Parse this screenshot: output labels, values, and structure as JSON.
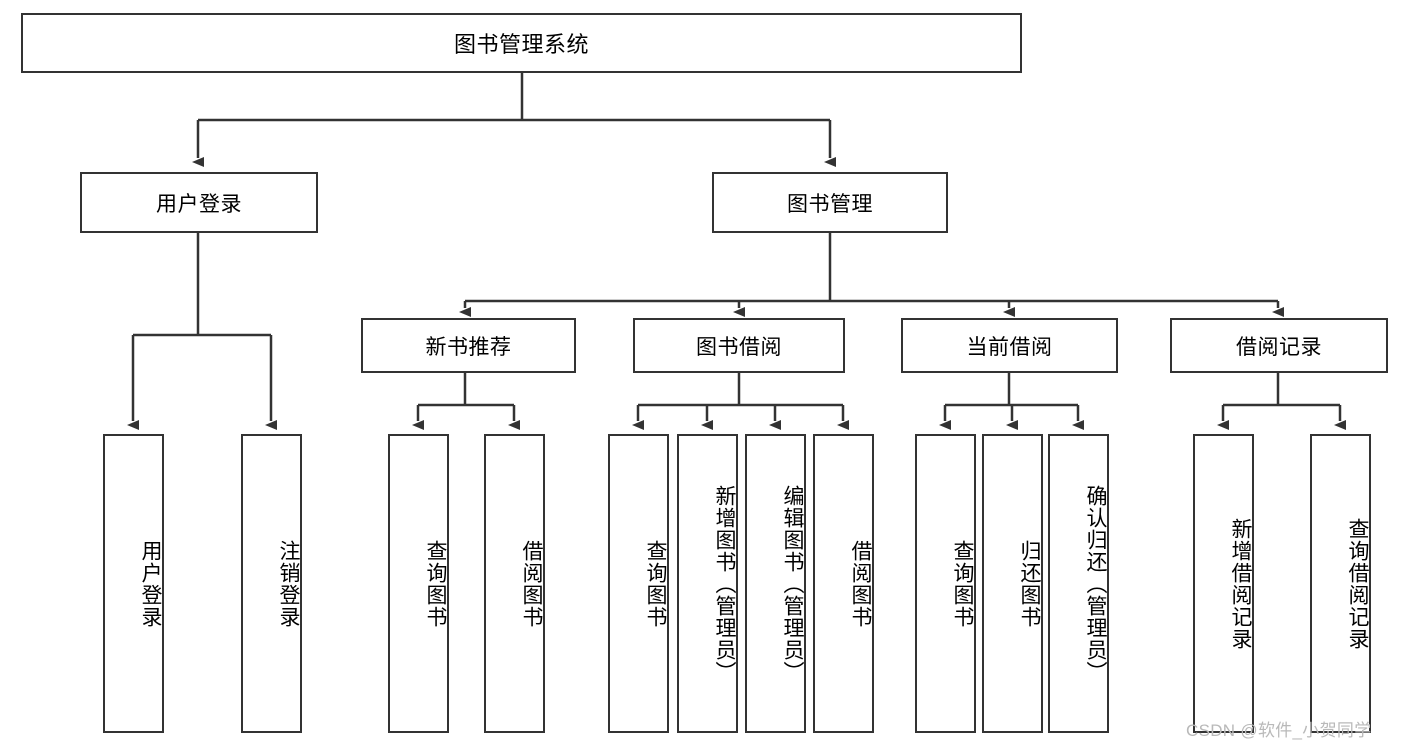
{
  "diagram": {
    "type": "tree-hierarchy-diagram",
    "title": "图书管理系统",
    "watermark": "CSDN @软件_小贺同学",
    "colors": {
      "stroke": "#333333",
      "fill": "#ffffff",
      "text": "#000000",
      "watermark": "#b9b9b9"
    },
    "levels": [
      {
        "level": 1,
        "nodes": [
          {
            "id": "root",
            "label": "图书管理系统",
            "orientation": "horizontal"
          }
        ]
      },
      {
        "level": 2,
        "nodes": [
          {
            "id": "user-login",
            "label": "用户登录",
            "orientation": "horizontal",
            "parent": "root"
          },
          {
            "id": "book-manage",
            "label": "图书管理",
            "orientation": "horizontal",
            "parent": "root"
          }
        ]
      },
      {
        "level": 3,
        "nodes": [
          {
            "id": "new-book-rec",
            "label": "新书推荐",
            "orientation": "horizontal",
            "parent": "book-manage"
          },
          {
            "id": "book-borrow",
            "label": "图书借阅",
            "orientation": "horizontal",
            "parent": "book-manage"
          },
          {
            "id": "current-borrow",
            "label": "当前借阅",
            "orientation": "horizontal",
            "parent": "book-manage"
          },
          {
            "id": "borrow-record",
            "label": "借阅记录",
            "orientation": "horizontal",
            "parent": "book-manage"
          }
        ]
      },
      {
        "level": 4,
        "nodes": [
          {
            "id": "leaf-user-login",
            "label": "用户登录",
            "orientation": "vertical",
            "parent": "user-login"
          },
          {
            "id": "leaf-logout-login",
            "label": "注销登录",
            "orientation": "vertical",
            "parent": "user-login"
          },
          {
            "id": "leaf-query-book-1",
            "label": "查询图书",
            "orientation": "vertical",
            "parent": "new-book-rec"
          },
          {
            "id": "leaf-borrow-book-1",
            "label": "借阅图书",
            "orientation": "vertical",
            "parent": "new-book-rec"
          },
          {
            "id": "leaf-query-book-2",
            "label": "查询图书",
            "orientation": "vertical",
            "parent": "book-borrow"
          },
          {
            "id": "leaf-add-book",
            "label": "新增图书（管理员）",
            "orientation": "vertical",
            "parent": "book-borrow"
          },
          {
            "id": "leaf-edit-book",
            "label": "编辑图书（管理员）",
            "orientation": "vertical",
            "parent": "book-borrow"
          },
          {
            "id": "leaf-borrow-book-2",
            "label": "借阅图书",
            "orientation": "vertical",
            "parent": "book-borrow"
          },
          {
            "id": "leaf-query-book-3",
            "label": "查询图书",
            "orientation": "vertical",
            "parent": "current-borrow"
          },
          {
            "id": "leaf-return-book",
            "label": "归还图书",
            "orientation": "vertical",
            "parent": "current-borrow"
          },
          {
            "id": "leaf-confirm-return",
            "label": "确认归还（管理员）",
            "orientation": "vertical",
            "parent": "current-borrow"
          },
          {
            "id": "leaf-add-record",
            "label": "新增借阅记录",
            "orientation": "vertical",
            "parent": "borrow-record"
          },
          {
            "id": "leaf-query-record",
            "label": "查询借阅记录",
            "orientation": "vertical",
            "parent": "borrow-record"
          }
        ]
      }
    ]
  }
}
